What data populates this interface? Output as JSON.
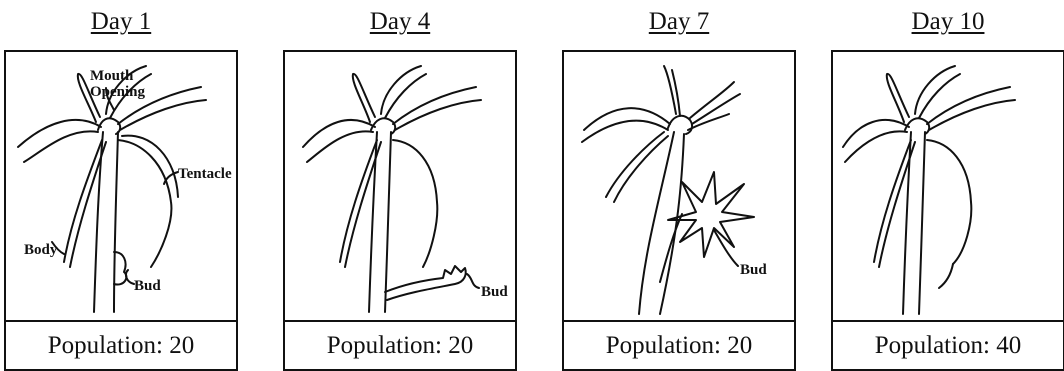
{
  "panels": [
    {
      "day": "Day 1",
      "population": "Population: 20",
      "labels": {
        "mouth": "Mouth",
        "opening": "Opening",
        "tentacle": "Tentacle",
        "body": "Body",
        "bud": "Bud"
      }
    },
    {
      "day": "Day 4",
      "population": "Population: 20",
      "labels": {
        "bud": "Bud"
      }
    },
    {
      "day": "Day 7",
      "population": "Population: 20",
      "labels": {
        "bud": "Bud"
      }
    },
    {
      "day": "Day 10",
      "population": "Population: 40"
    }
  ]
}
